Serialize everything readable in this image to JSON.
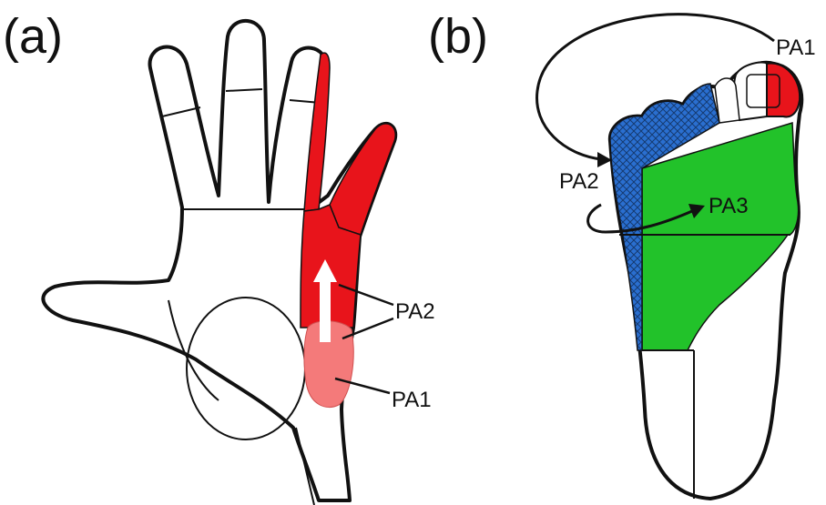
{
  "panels": {
    "a": {
      "label": "(a)"
    },
    "b": {
      "label": "(b)"
    }
  },
  "hand": {
    "labels": {
      "pa2": "PA2",
      "pa1": "PA1"
    }
  },
  "foot": {
    "labels": {
      "pa1": "PA1",
      "pa2": "PA2",
      "pa3": "PA3"
    }
  },
  "colors": {
    "red": "#e8141b",
    "light_red": "#f47a7a",
    "green": "#22c22a",
    "blue": "#2a6fd0",
    "outline": "#111111",
    "arrow_white": "#ffffff"
  }
}
